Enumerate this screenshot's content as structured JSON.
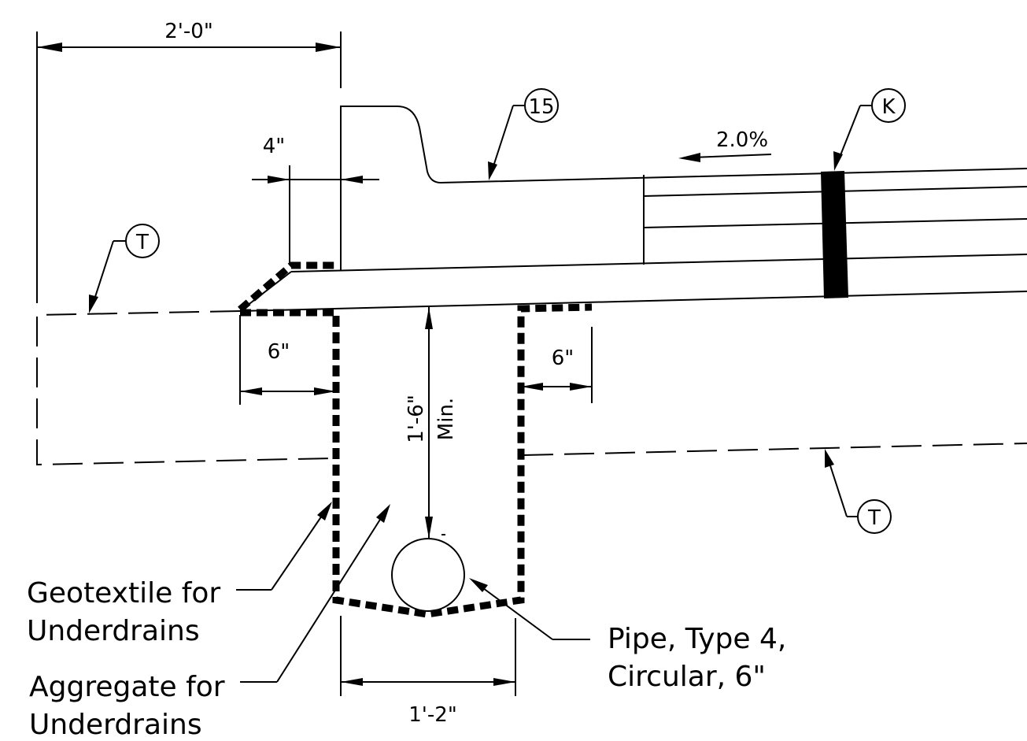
{
  "dimensions": {
    "overall_width": "2'-0\"",
    "curb_offset": "4\"",
    "slope": "2.0%",
    "left_overhang": "6\"",
    "right_overhang": "6\"",
    "trench_depth": "1'-6\"",
    "trench_depth_note": "Min.",
    "trench_width": "1'-2\""
  },
  "tags": {
    "curb_tag": "15",
    "pavement_tag": "K",
    "subgrade_tag_left": "T",
    "subgrade_tag_right": "T"
  },
  "callouts": {
    "geotextile_line1": "Geotextile for",
    "geotextile_line2": "Underdrains",
    "aggregate_line1": "Aggregate for",
    "aggregate_line2": "Underdrains",
    "pipe_line1": "Pipe, Type 4,",
    "pipe_line2": "Circular, 6\""
  }
}
